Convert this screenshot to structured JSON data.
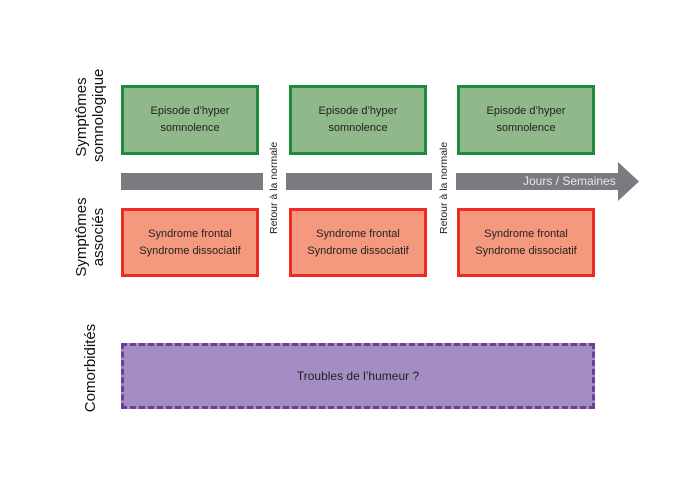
{
  "rows": {
    "somnologic_label": [
      "Symptômes",
      "somnologique"
    ],
    "associated_label": [
      "Symptômes",
      "associés"
    ],
    "comorbidity_label": "Comorbidités"
  },
  "episodes": [
    {
      "somno": [
        "Episode d’hyper",
        "somnolence"
      ],
      "assoc": [
        "Syndrome frontal",
        "Syndrome dissociatif"
      ]
    },
    {
      "somno": [
        "Episode d’hyper",
        "somnolence"
      ],
      "assoc": [
        "Syndrome frontal",
        "Syndrome dissociatif"
      ]
    },
    {
      "somno": [
        "Episode d’hyper",
        "somnolence"
      ],
      "assoc": [
        "Syndrome frontal",
        "Syndrome dissociatif"
      ]
    }
  ],
  "return_labels": [
    "Retour à la normale",
    "Retour à la normale"
  ],
  "timeline_label": "Jours / Semaines",
  "comorbidity_box": "Troubles de l’humeur ?",
  "colors": {
    "somno_fill": "#8fb98a",
    "somno_border": "#1f8a3b",
    "assoc_fill": "#f4997e",
    "assoc_border": "#ee2a24",
    "comorb_fill": "#a38dc3",
    "comorb_border": "#6d3d9b",
    "timeline": "#7a7b80"
  }
}
